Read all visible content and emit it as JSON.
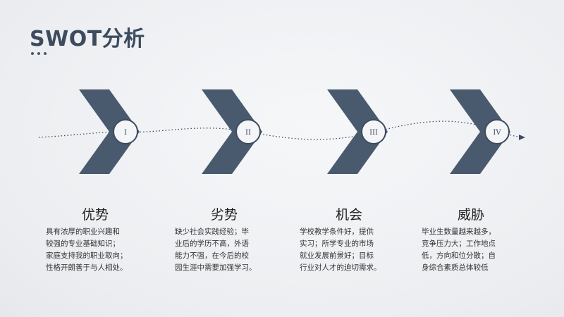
{
  "title": "SWOT分析",
  "colors": {
    "chevron": "#4a5a6e",
    "circle_border": "#3d4b5e",
    "dash": "#3d4b5e"
  },
  "stages": [
    {
      "num": "I",
      "heading": "优势",
      "text": "具有浓厚的职业兴趣和\n较强的专业基础知识；\n家庭支持我的职业取向；\n性格开朗善于与人相处。"
    },
    {
      "num": "II",
      "heading": "劣势",
      "text": "缺少社会实践经验；毕\n业后的学历不高，外语\n能力不强，在今后的校\n园生涯中需要加强学习。"
    },
    {
      "num": "III",
      "heading": "机会",
      "text": "学校教学条件好，提供\n实习；所学专业的市场\n就业发展前景好；目标\n行业对人才的迫切需求。"
    },
    {
      "num": "IV",
      "heading": "威胁",
      "text": "毕业生数量越来越多，\n竞争压力大；工作地点\n低，方向和位分散；自\n身综合素质总体较低"
    }
  ]
}
